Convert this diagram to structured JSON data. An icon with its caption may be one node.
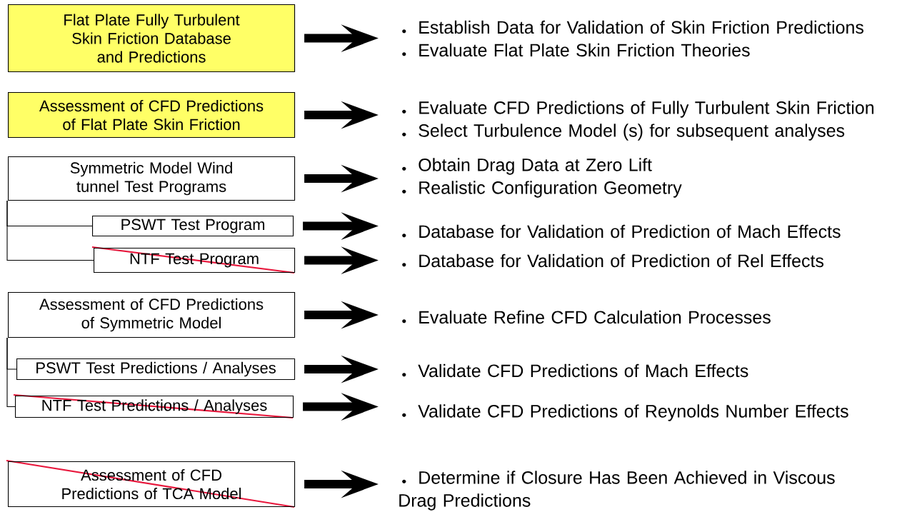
{
  "diagram": {
    "nodes": [
      {
        "text": [
          "Flat Plate Fully Turbulent Skin Friction Database and Predictions"
        ]
      },
      {
        "text": [
          "Establish Data for Validation of Skin Friction Predictions",
          "Evaluate Flat Plate Skin Friction Theories"
        ]
      },
      {
        "text": [
          "Assessment of CFD Predictions of Flat Plate Skin Friction"
        ]
      },
      {
        "text": [
          "Evaluate CFD Predictions of Fully Turbulent Skin Friction",
          "Select Turbulence Model (s) for subsequent analyses"
        ]
      },
      {
        "text": [
          "Symmetric Model Wind tunnel Test Programs"
        ]
      },
      {
        "text": [
          "Obtain Drag Data at Zero Lift",
          "Realistic Configuration Geometry"
        ]
      },
      {
        "text": [
          "PSWT Test Program"
        ]
      },
      {
        "text": [
          "Database for Validation of Prediction of Mach Effects"
        ]
      },
      {
        "text": [
          "NTF Test Program"
        ]
      },
      {
        "text": [
          "Database for Validation of Prediction of Rel Effects"
        ]
      },
      {
        "text": [
          "Assessment of CFD Predictions of Symmetric Model"
        ]
      },
      {
        "text": [
          "Evaluate Refine CFD Calculation Processes"
        ]
      },
      {
        "text": [
          "PSWT Test Predictions / Analyses"
        ]
      },
      {
        "text": [
          "Validate CFD Predictions of Mach Effects"
        ]
      },
      {
        "text": [
          "NTF Test Predictions / Analyses"
        ]
      },
      {
        "text": [
          "Validate CFD Predictions of Reynolds Number Effects"
        ]
      },
      {
        "text": [
          "Assessment of CFD Predictions of TCA Model"
        ]
      },
      {
        "text": [
          "Determine if Closure Has Been Achieved in Viscous Drag Predictions"
        ]
      }
    ],
    "edges": [
      {
        "from": 0,
        "to": 1,
        "arrow": "to"
      },
      {
        "from": 2,
        "to": 3,
        "arrow": "to"
      },
      {
        "from": 4,
        "to": 5,
        "arrow": "to"
      },
      {
        "from": 6,
        "to": 7,
        "arrow": "to"
      },
      {
        "from": 8,
        "to": 9,
        "arrow": "to"
      },
      {
        "from": 10,
        "to": 11,
        "arrow": "to"
      },
      {
        "from": 12,
        "to": 13,
        "arrow": "to"
      },
      {
        "from": 14,
        "to": 15,
        "arrow": "to"
      },
      {
        "from": 16,
        "to": 17,
        "arrow": "to"
      },
      {
        "from": 4,
        "to": 6,
        "arrow": "none"
      },
      {
        "from": 4,
        "to": 8,
        "arrow": "none"
      },
      {
        "from": 10,
        "to": 12,
        "arrow": "none"
      },
      {
        "from": 10,
        "to": 14,
        "arrow": "none"
      }
    ]
  }
}
